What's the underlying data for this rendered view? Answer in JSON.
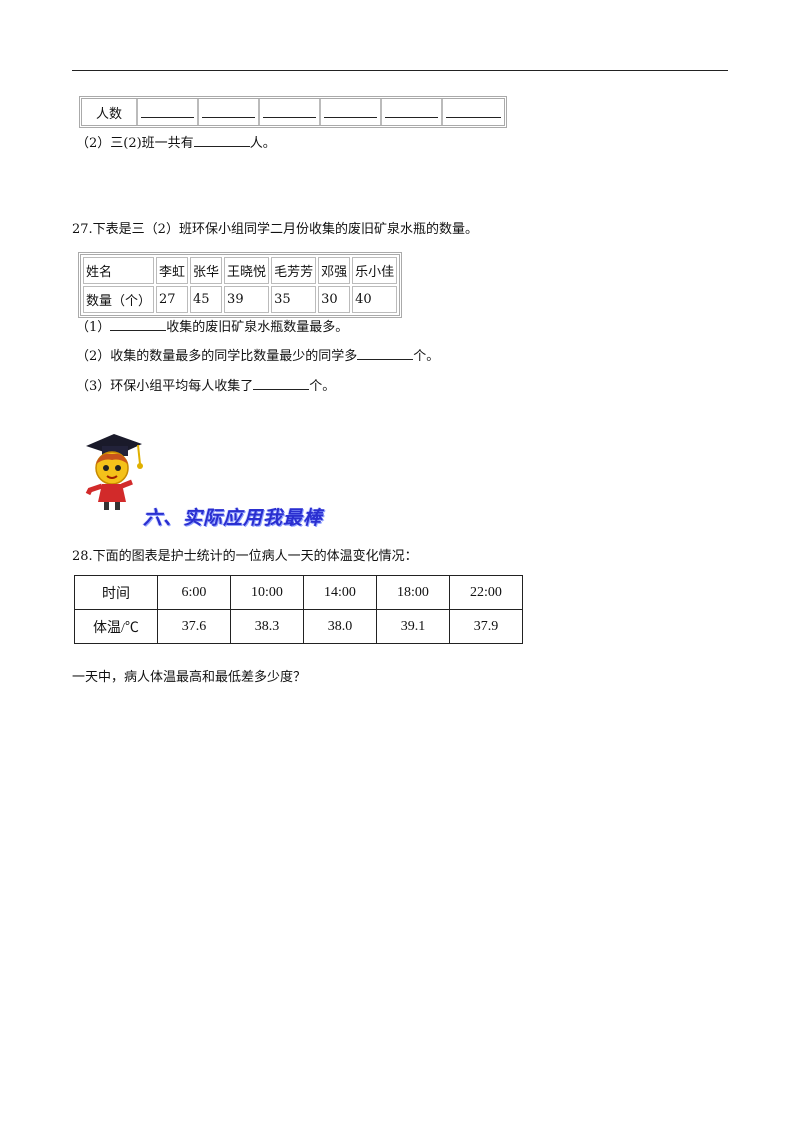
{
  "table_prev": {
    "header": "人数",
    "cells": [
      "",
      "",
      "",
      "",
      "",
      ""
    ]
  },
  "q26_2": {
    "prefix": "（2）三(2)班一共有",
    "suffix": "人。"
  },
  "q27": {
    "stem": "27.下表是三（2）班环保小组同学二月份收集的废旧矿泉水瓶的数量。",
    "table": {
      "row1_header": "姓名",
      "names": [
        "李虹",
        "张华",
        "王晓悦",
        "毛芳芳",
        "邓强",
        "乐小佳"
      ],
      "row2_header": "数量（个）",
      "counts": [
        "27",
        "45",
        "39",
        "35",
        "30",
        "40"
      ]
    },
    "sub1": {
      "prefix": "（1）",
      "suffix": "收集的废旧矿泉水瓶数量最多。"
    },
    "sub2": {
      "prefix": "（2）收集的数量最多的同学比数量最少的同学多",
      "suffix": "个。"
    },
    "sub3": {
      "prefix": "（3）环保小组平均每人收集了",
      "suffix": "个。"
    }
  },
  "section": {
    "title": "六、实际应用我最棒"
  },
  "q28": {
    "stem": "28.下面的图表是护士统计的一位病人一天的体温变化情况：",
    "table": {
      "row1_header": "时间",
      "times": [
        "6:00",
        "10:00",
        "14:00",
        "18:00",
        "22:00"
      ],
      "row2_header": "体温/℃",
      "temps": [
        "37.6",
        "38.3",
        "38.0",
        "39.1",
        "37.9"
      ]
    },
    "question": "一天中，病人体温最高和最低差多少度？"
  }
}
